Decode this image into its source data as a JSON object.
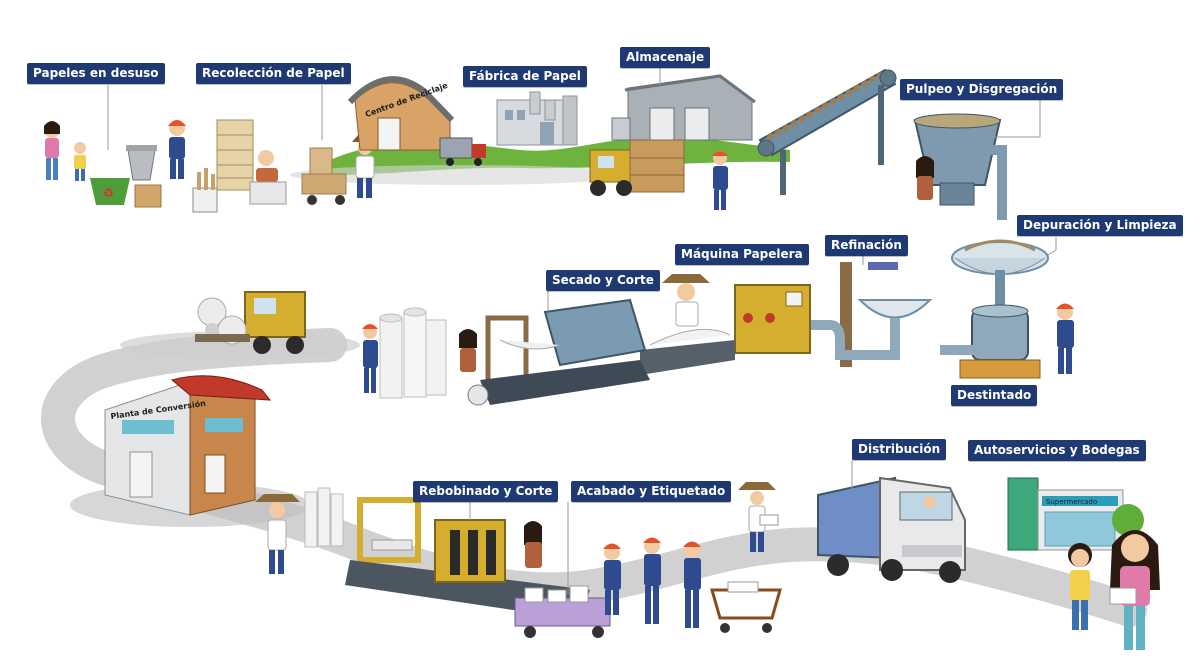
{
  "steps": [
    {
      "id": "papeles",
      "label": "Papeles en desuso"
    },
    {
      "id": "recoleccion",
      "label": "Recolección de Papel"
    },
    {
      "id": "fabrica",
      "label": "Fábrica de Papel"
    },
    {
      "id": "almacenaje",
      "label": "Almacenaje"
    },
    {
      "id": "pulpeo",
      "label": "Pulpeo y Disgregación"
    },
    {
      "id": "depuracion",
      "label": "Depuración y Limpieza"
    },
    {
      "id": "refinacion",
      "label": "Refinación"
    },
    {
      "id": "maquina",
      "label": "Máquina Papelera"
    },
    {
      "id": "secado",
      "label": "Secado y Corte"
    },
    {
      "id": "destintado",
      "label": "Destintado"
    },
    {
      "id": "distribucion",
      "label": "Distribución"
    },
    {
      "id": "autoservicios",
      "label": "Autoservicios y Bodegas"
    },
    {
      "id": "rebobinado",
      "label": "Rebobinado y Corte"
    },
    {
      "id": "acabado",
      "label": "Acabado y Etiquetado"
    }
  ],
  "signs": {
    "centro_reciclaje": "Centro de Reciclaje",
    "planta_conversion": "Planta de Conversión",
    "supermercado": "Supermercado"
  },
  "colors": {
    "label_bg": "#1f3a73",
    "label_text": "#ffffff",
    "road": "#c9c9c9",
    "grass": "#6fb33f",
    "machine_blue": "#6f8fa6",
    "machine_yellow": "#d6ae2f",
    "roof_red": "#c0392b"
  }
}
